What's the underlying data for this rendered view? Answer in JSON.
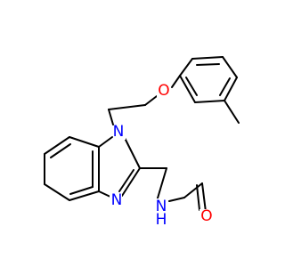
{
  "molecule": {
    "atoms": {
      "N1": {
        "label": "N",
        "color": "#0000ff"
      },
      "N3": {
        "label": "N",
        "color": "#0000ff"
      },
      "O_ether": {
        "label": "O",
        "color": "#ff0000"
      },
      "N_amide": {
        "label": "N",
        "sub": "H",
        "color": "#0000ff"
      },
      "O_carbonyl": {
        "label": "O",
        "color": "#ff0000"
      }
    },
    "bond_color": "#000000"
  }
}
